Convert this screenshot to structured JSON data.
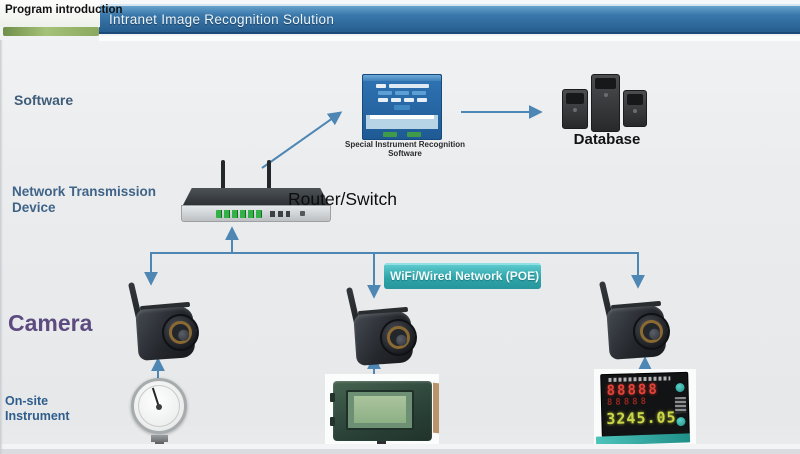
{
  "header": {
    "tab_label": "Program introduction",
    "title": "Intranet Image Recognition Solution"
  },
  "row_labels": {
    "software": "Software",
    "network_line1": "Network Transmission",
    "network_line2": "Device",
    "camera": "Camera",
    "instrument_line1": "On-site",
    "instrument_line2": "Instrument"
  },
  "diagram": {
    "software_caption": "Special Instrument Recognition Software",
    "database_label": "Database",
    "router_label": "Router/Switch",
    "network_badge": "WiFi/Wired Network (POE)",
    "meter": {
      "row1": "88888",
      "row2": "88888",
      "reading": "3245.05"
    }
  },
  "colors": {
    "connector_blue": "#4e86b4",
    "header_bar_blue": "#3a78ab",
    "tab_underline_green": "#8aa95e",
    "network_badge_teal": "#2da4a9",
    "camera_label_purple": "#5d4b80",
    "row_label_blue": "#3f6488",
    "meter_digit_red": "#e0453a",
    "meter_digit_green": "#ccd84a",
    "router_led_green": "#33b048"
  },
  "icon_names": [
    "software-screenshot",
    "database-servers-icon",
    "router-switch-icon",
    "ip-camera-icon",
    "pressure-gauge-icon",
    "hmi-panel-icon",
    "digital-meter-icon"
  ]
}
